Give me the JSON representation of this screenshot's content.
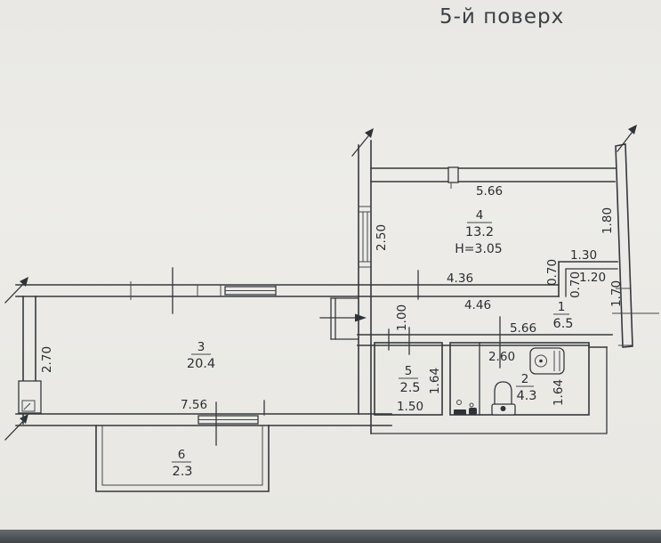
{
  "title": "5-й поверх",
  "rooms": {
    "r1": {
      "number": "1",
      "area": "6.5"
    },
    "r2": {
      "number": "2",
      "area": "4.3"
    },
    "r3": {
      "number": "3",
      "area": "20.4"
    },
    "r4": {
      "number": "4",
      "area": "13.2",
      "height": "H=3.05"
    },
    "r5": {
      "number": "5",
      "area": "2.5"
    },
    "r6": {
      "number": "6",
      "area": "2.3"
    }
  },
  "dimensions": {
    "room4_top_width": "5.66",
    "room4_left": "2.50",
    "room4_right": "1.80",
    "niche_top": "1.30",
    "niche_left_depth": "0.70",
    "niche_width": "1.20",
    "niche_right_depth": "0.70",
    "right_wall_lower": "1.70",
    "hall_width_upper": "4.36",
    "hall_width_lower": "4.46",
    "lower_section_width": "5.66",
    "entry_opening": "1.00",
    "room3_left": "2.70",
    "room3_bottom": "7.56",
    "room5_width": "1.50",
    "room5_depth": "1.64",
    "room2_width": "2.60",
    "room2_depth": "1.64"
  },
  "icons": {
    "washing_machine": "washing-machine-icon",
    "toilet": "toilet-icon",
    "sink": "sink-icon",
    "radiator": "radiator-icon",
    "entry_arrow": "entry-arrow-icon"
  }
}
